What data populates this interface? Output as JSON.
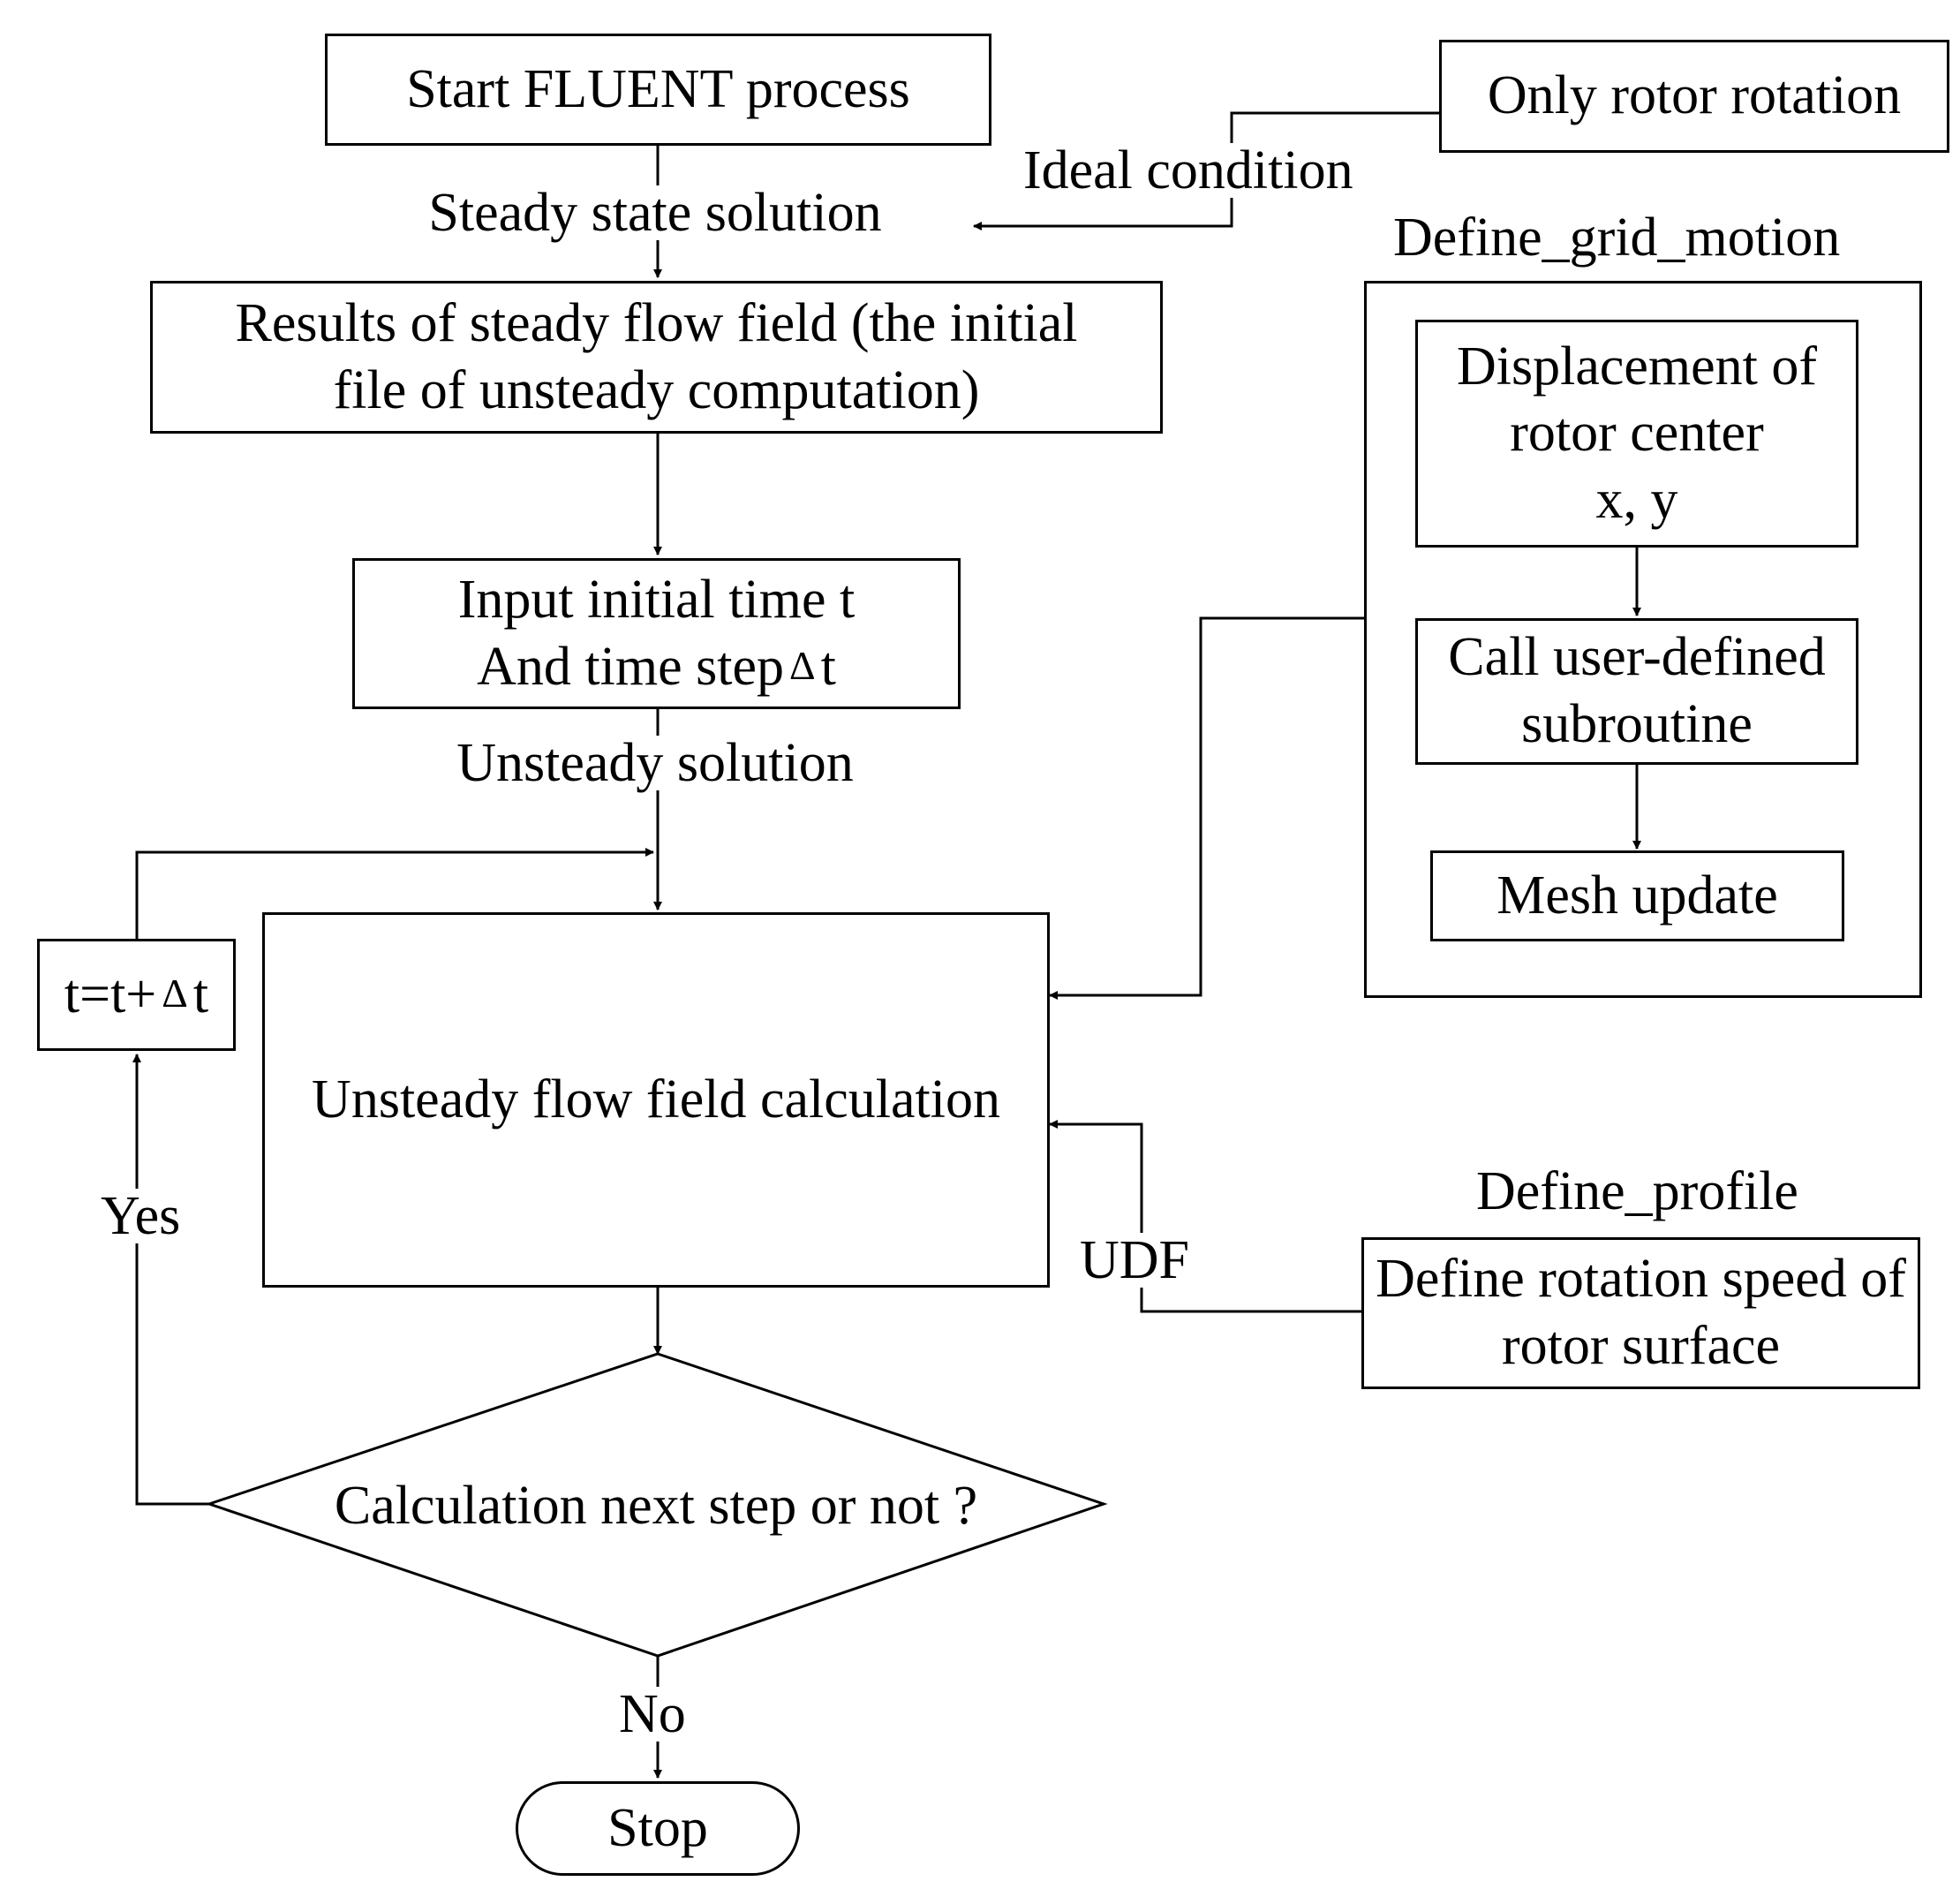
{
  "nodes": {
    "start": "Start FLUENT process",
    "only_rotor": "Only rotor rotation",
    "results": [
      "Results of steady flow field (the initial",
      "file of unsteady computation)"
    ],
    "input_time": [
      "Input initial time t",
      "And time step"
    ],
    "input_time_tail": "t",
    "unsteady_calc": "Unsteady flow field calculation",
    "increment": "t=t+",
    "increment_tail": "t",
    "delta_symbol": "Δ",
    "decision": "Calculation next step or not ?",
    "stop": "Stop",
    "displacement": [
      "Displacement of",
      "rotor center",
      "x, y"
    ],
    "call_subroutine": [
      "Call user-defined",
      "subroutine"
    ],
    "mesh_update": "Mesh update",
    "rotation_speed": [
      "Define rotation speed of",
      "rotor surface"
    ]
  },
  "labels": {
    "ideal": "Ideal condition",
    "steady": "Steady state solution",
    "unsteady": "Unsteady solution",
    "grid_motion": "Define_grid_motion",
    "define_profile": "Define_profile",
    "udf": "UDF",
    "yes": "Yes",
    "no": "No"
  }
}
